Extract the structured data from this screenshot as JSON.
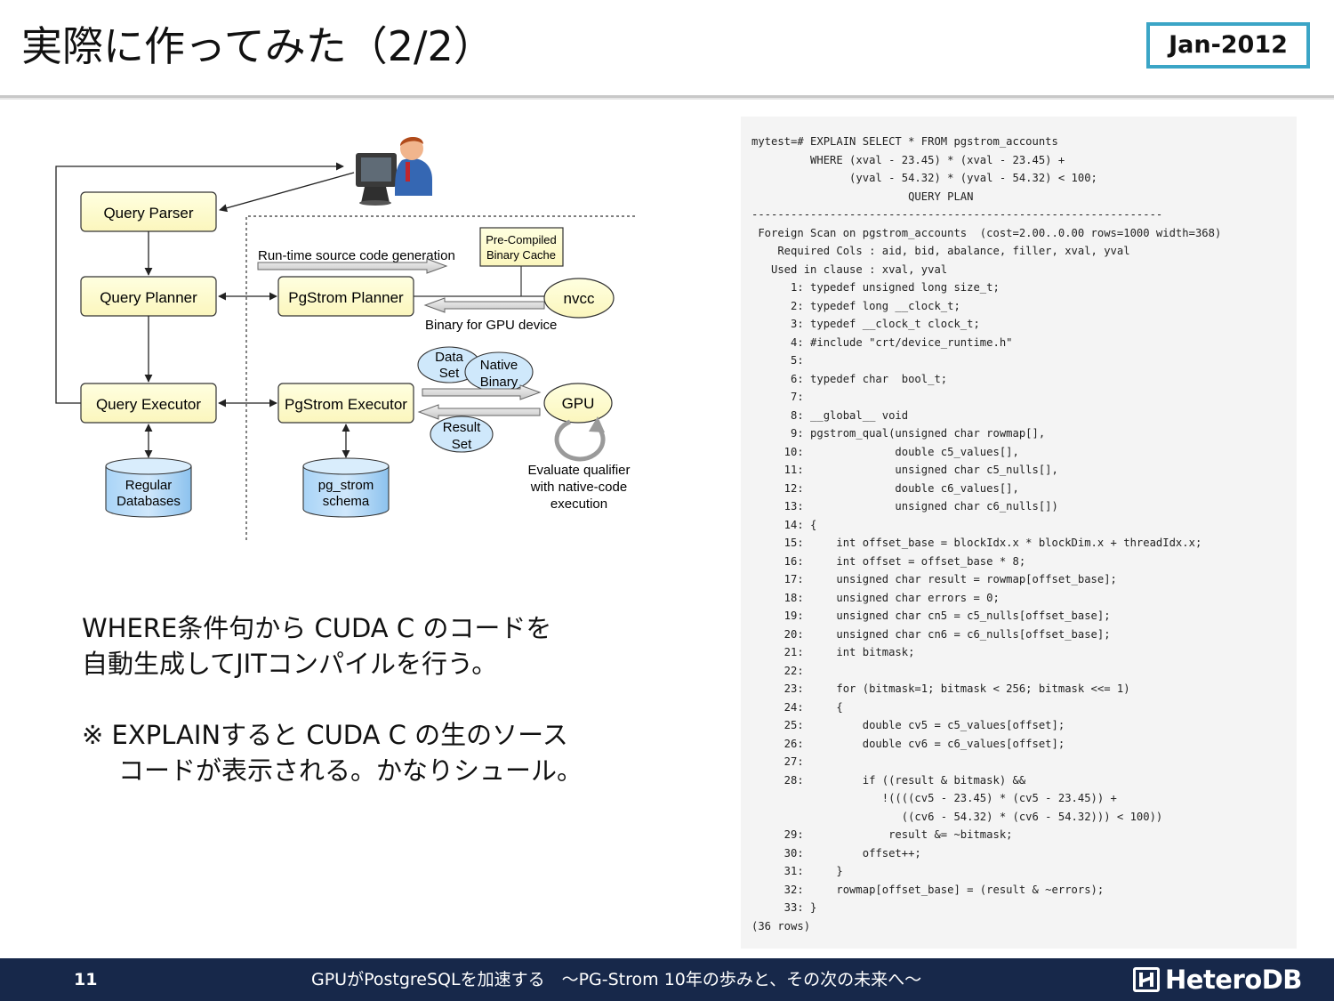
{
  "slide": {
    "title": "実際に作ってみた（2/2）",
    "date_badge": "Jan-2012",
    "body": {
      "line1": "WHERE条件句から CUDA C のコードを",
      "line2": "自動生成してJITコンパイルを行う。",
      "note_line1": "※ EXPLAINすると CUDA C の生のソース",
      "note_line2": "コードが表示される。かなりシュール。"
    }
  },
  "diagram": {
    "query_parser": "Query Parser",
    "query_planner": "Query Planner",
    "query_executor": "Query Executor",
    "pgstrom_planner": "PgStrom Planner",
    "pgstrom_executor": "PgStrom Executor",
    "nvcc": "nvcc",
    "gpu": "GPU",
    "precompiled_line1": "Pre-Compiled",
    "precompiled_line2": "Binary Cache",
    "runtime_label": "Run-time source code generation",
    "binary_label": "Binary for GPU device",
    "data_set_line1": "Data",
    "data_set_line2": "Set",
    "native_binary_line1": "Native",
    "native_binary_line2": "Binary",
    "result_set_line1": "Result",
    "result_set_line2": "Set",
    "regular_db_line1": "Regular",
    "regular_db_line2": "Databases",
    "pgstrom_schema_line1": "pg_strom",
    "pgstrom_schema_line2": "schema",
    "evaluate_line1": "Evaluate qualifier",
    "evaluate_line2": "with native-code",
    "evaluate_line3": "execution"
  },
  "code_output": [
    "mytest=# EXPLAIN SELECT * FROM pgstrom_accounts",
    "         WHERE (xval - 23.45) * (xval - 23.45) +",
    "               (yval - 54.32) * (yval - 54.32) < 100;",
    "                        QUERY PLAN",
    "---------------------------------------------------------------",
    " Foreign Scan on pgstrom_accounts  (cost=2.00..0.00 rows=1000 width=368)",
    "    Required Cols : aid, bid, abalance, filler, xval, yval",
    "   Used in clause : xval, yval",
    "      1: typedef unsigned long size_t;",
    "      2: typedef long __clock_t;",
    "      3: typedef __clock_t clock_t;",
    "      4: #include \"crt/device_runtime.h\"",
    "      5:",
    "      6: typedef char  bool_t;",
    "      7:",
    "      8: __global__ void",
    "      9: pgstrom_qual(unsigned char rowmap[],",
    "     10:              double c5_values[],",
    "     11:              unsigned char c5_nulls[],",
    "     12:              double c6_values[],",
    "     13:              unsigned char c6_nulls[])",
    "     14: {",
    "     15:     int offset_base = blockIdx.x * blockDim.x + threadIdx.x;",
    "     16:     int offset = offset_base * 8;",
    "     17:     unsigned char result = rowmap[offset_base];",
    "     18:     unsigned char errors = 0;",
    "     19:     unsigned char cn5 = c5_nulls[offset_base];",
    "     20:     unsigned char cn6 = c6_nulls[offset_base];",
    "     21:     int bitmask;",
    "     22:",
    "     23:     for (bitmask=1; bitmask < 256; bitmask <<= 1)",
    "     24:     {",
    "     25:         double cv5 = c5_values[offset];",
    "     26:         double cv6 = c6_values[offset];",
    "     27:",
    "     28:         if ((result & bitmask) &&",
    "                    !((((cv5 - 23.45) * (cv5 - 23.45)) +",
    "                       ((cv6 - 54.32) * (cv6 - 54.32))) < 100))",
    "     29:             result &= ~bitmask;",
    "     30:         offset++;",
    "     31:     }",
    "     32:     rowmap[offset_base] = (result & ~errors);",
    "     33: }",
    "(36 rows)"
  ],
  "footer": {
    "page_number": "11",
    "title": "GPUがPostgreSQLを加速する　～PG-Strom 10年の歩みと、その次の未来へ～",
    "brand": "HeteroDB"
  }
}
